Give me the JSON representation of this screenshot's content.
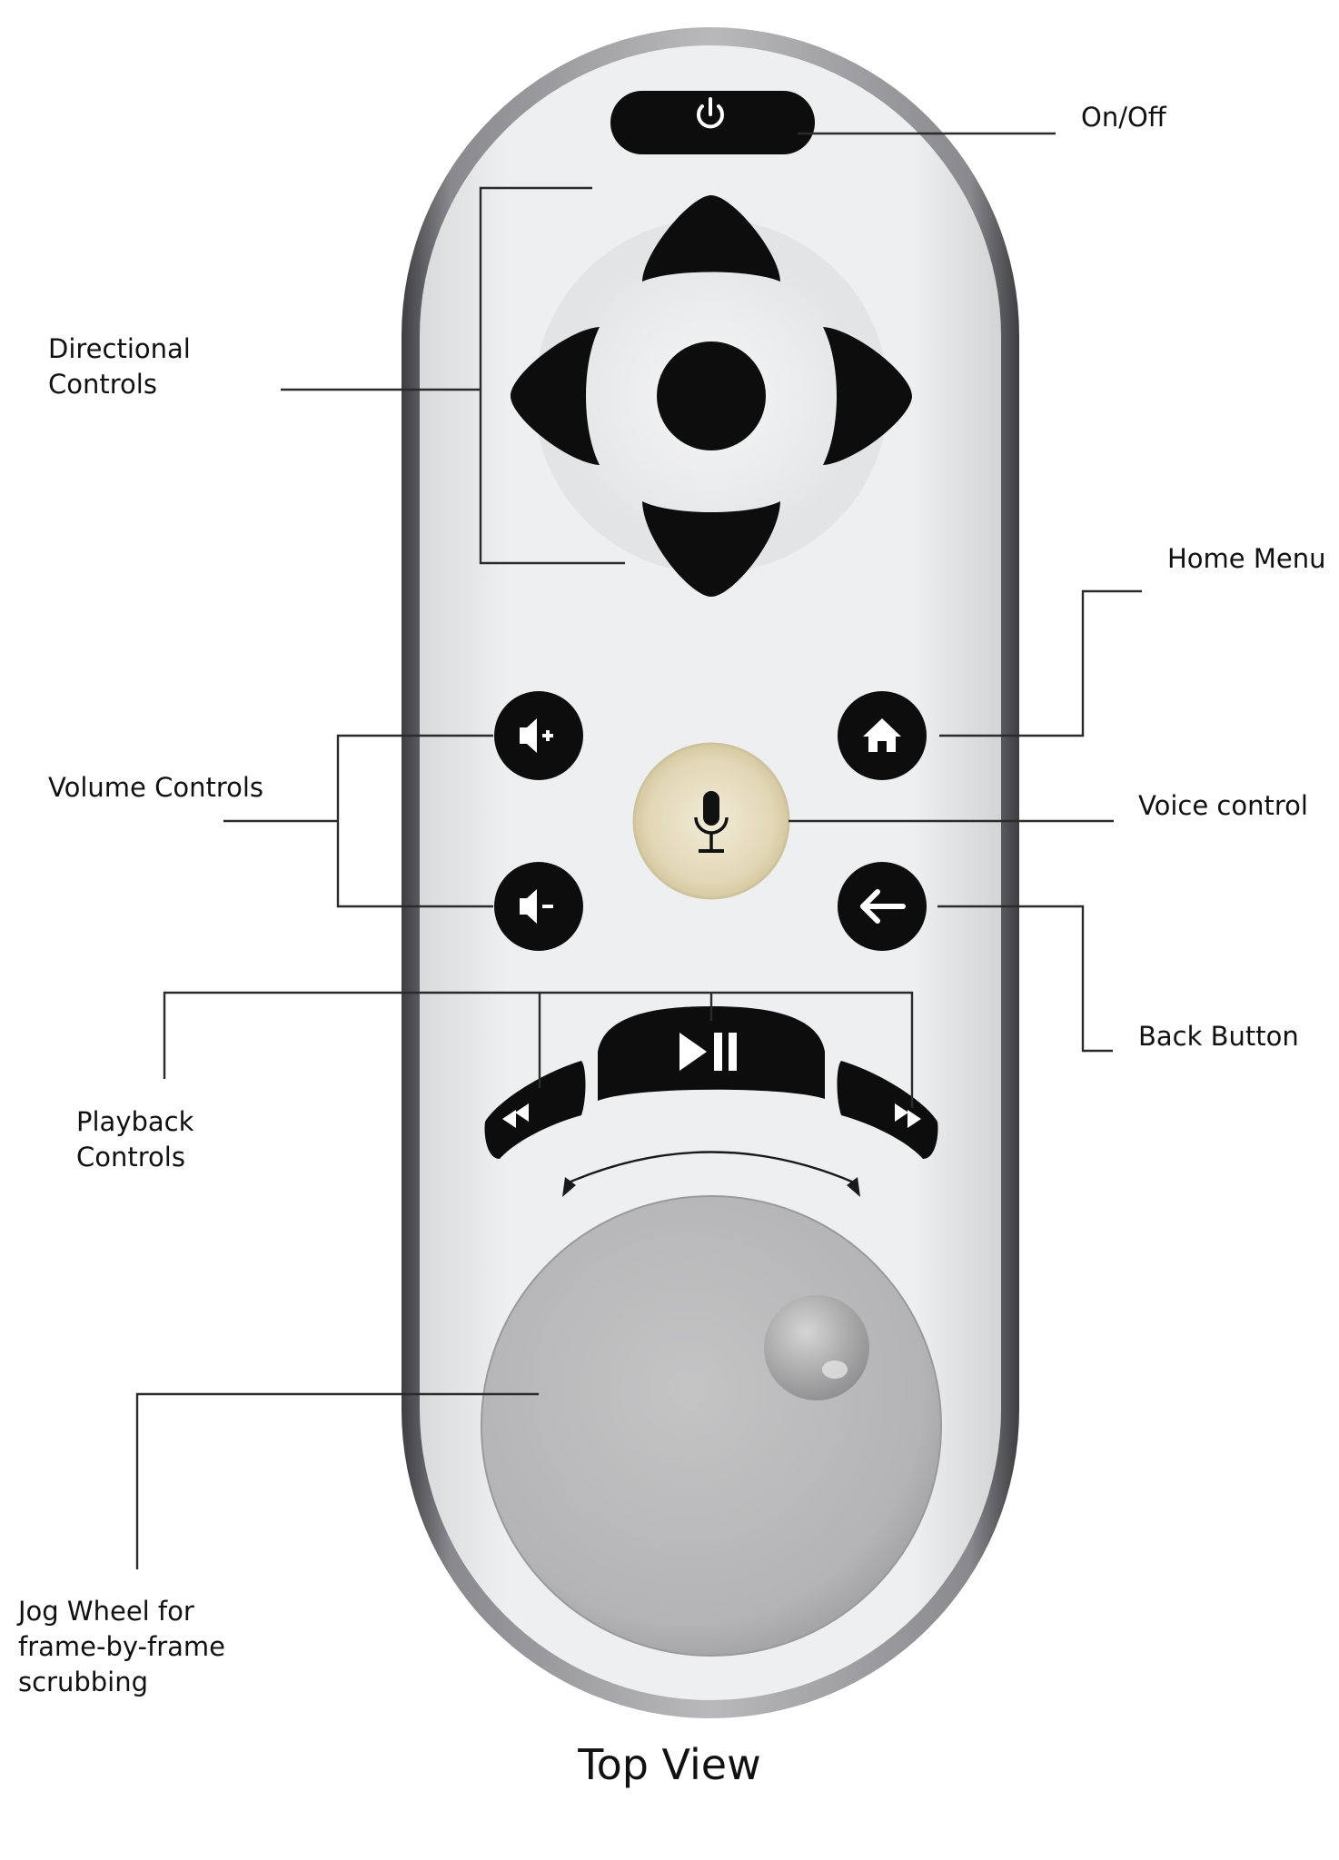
{
  "labels": {
    "power": "On/Off",
    "directional": "Directional\nControls",
    "home": "Home Menu",
    "volume": "Volume Controls",
    "voice": "Voice control",
    "back": "Back Button",
    "playback": "Playback\nControls",
    "jog": "Jog Wheel for\nframe-by-frame\nscrubbing"
  },
  "caption": "Top View",
  "icons": {
    "power": "power-icon",
    "up": "arrow-up-icon",
    "down": "arrow-down-icon",
    "left": "arrow-left-icon",
    "right": "arrow-right-icon",
    "ok": "select-center-icon",
    "volume_up": "volume-up-icon",
    "volume_down": "volume-down-icon",
    "home": "home-icon",
    "microphone": "microphone-icon",
    "back": "back-arrow-icon",
    "play_pause": "play-pause-icon",
    "rewind": "rewind-icon",
    "fast_forward": "fast-forward-icon",
    "jog": "jog-wheel-icon"
  },
  "colors": {
    "body": "#e9eaeb",
    "rim": "#6f6f73",
    "buttons": "#0d0d0d",
    "jog_wheel": "#bababa",
    "voice_button": "#e8dfc4"
  }
}
